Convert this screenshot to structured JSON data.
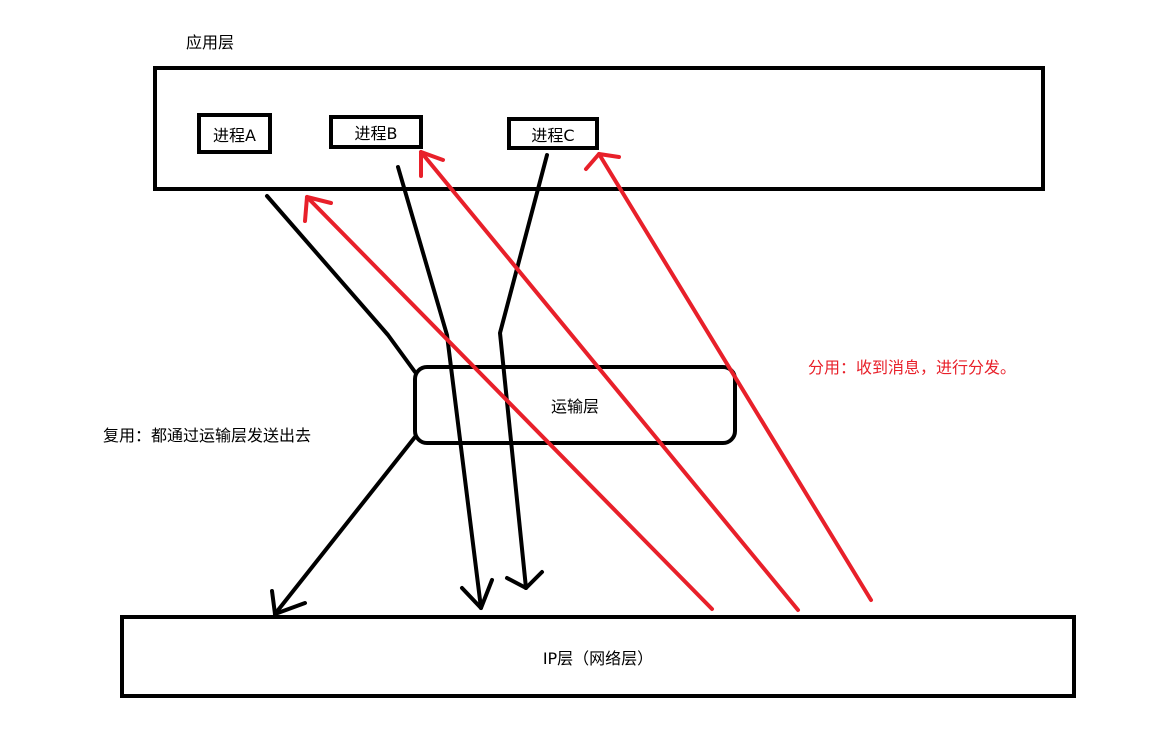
{
  "app_layer_label": "应用层",
  "processes": [
    "进程A",
    "进程B",
    "进程C"
  ],
  "transport_layer_label": "运输层",
  "ip_layer_label": "IP层（网络层）",
  "multiplex_note": "复用：都通过运输层发送出去",
  "demultiplex_note": "分用：收到消息，进行分发。",
  "colors": {
    "black_arrow": "#000000",
    "red_arrow": "#e8202a",
    "demux_text": "#e8202a"
  }
}
